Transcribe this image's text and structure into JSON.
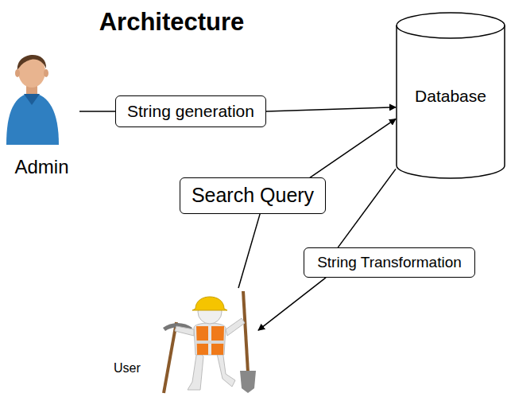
{
  "diagram": {
    "title": "Architecture",
    "nodes": [
      {
        "text": [
          "Admin"
        ]
      },
      {
        "text": [
          "String generation"
        ]
      },
      {
        "text": [
          "Database"
        ]
      },
      {
        "text": [
          "Search Query"
        ]
      },
      {
        "text": [
          "String Transformation"
        ]
      },
      {
        "text": [
          "User"
        ]
      }
    ],
    "edges": [
      {
        "from": 0,
        "to": 1,
        "arrow": "none"
      },
      {
        "from": 1,
        "to": 2,
        "arrow": "to"
      },
      {
        "from": 5,
        "to": 3,
        "arrow": "none"
      },
      {
        "from": 3,
        "to": 2,
        "arrow": "to"
      },
      {
        "from": 2,
        "to": 4,
        "arrow": "none"
      },
      {
        "from": 4,
        "to": 5,
        "arrow": "to"
      }
    ]
  }
}
